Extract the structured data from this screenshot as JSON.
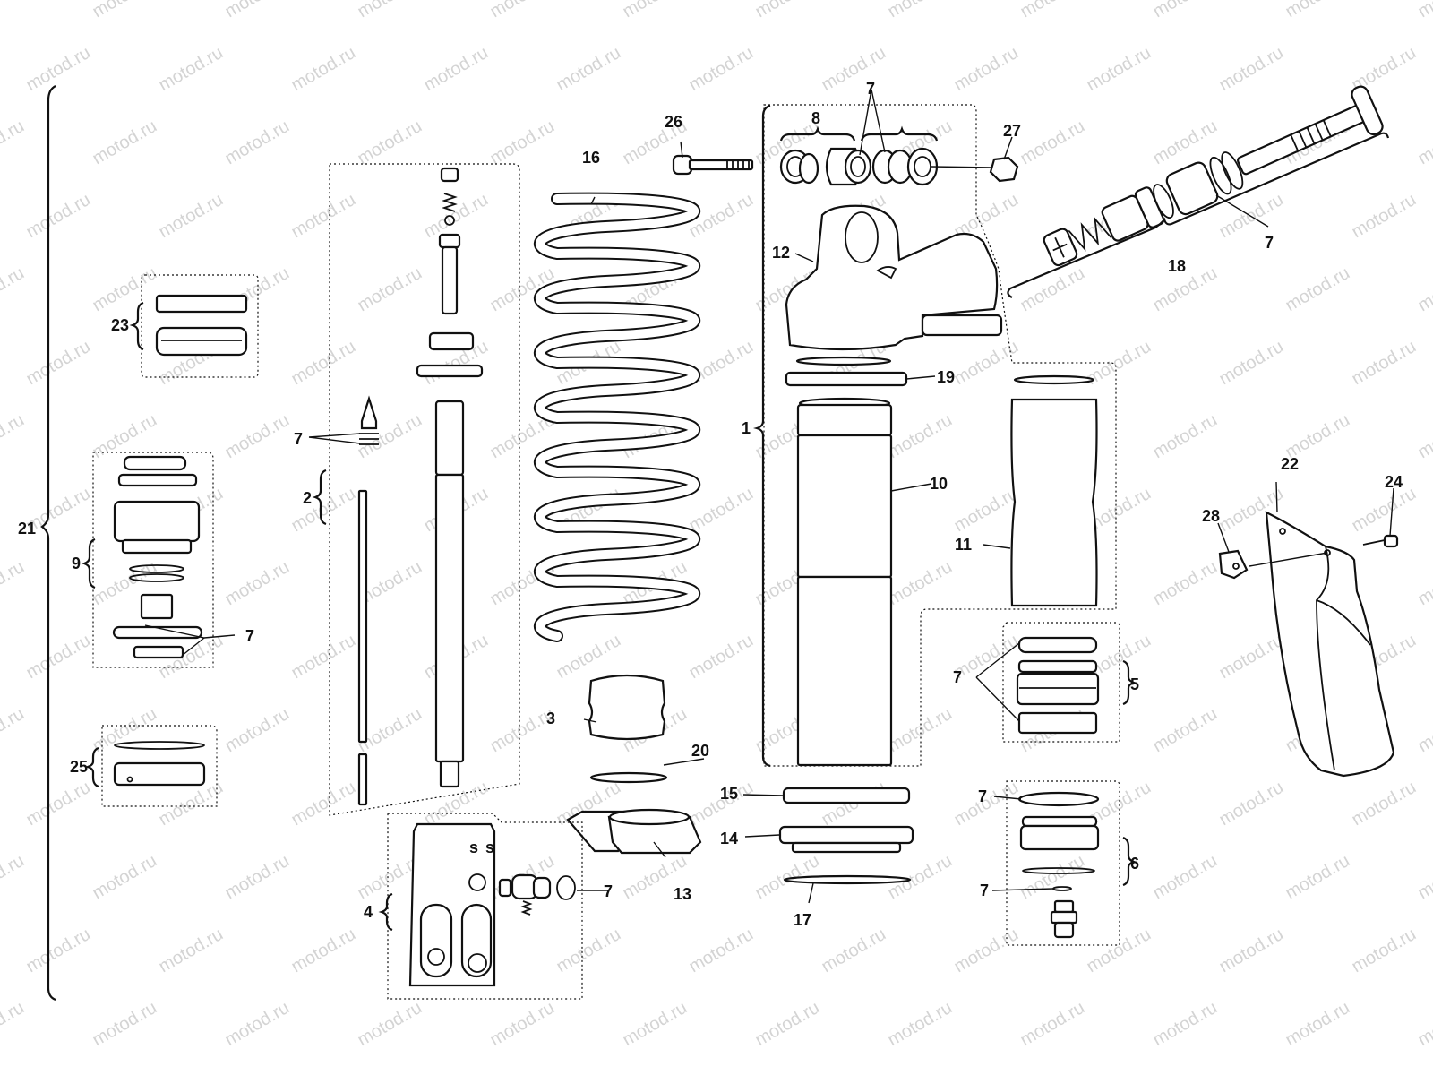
{
  "watermark": {
    "text": "motod.ru"
  },
  "callouts": {
    "c1": "1",
    "c2": "2",
    "c3": "3",
    "c4": "4",
    "c5": "5",
    "c6": "6",
    "c7": "7",
    "c8": "8",
    "c9": "9",
    "c10": "10",
    "c11": "11",
    "c12": "12",
    "c13": "13",
    "c14": "14",
    "c15": "15",
    "c16": "16",
    "c17": "17",
    "c18": "18",
    "c19": "19",
    "c20": "20",
    "c21": "21",
    "c22": "22",
    "c23": "23",
    "c24": "24",
    "c25": "25",
    "c26": "26",
    "c27": "27",
    "c28": "28"
  },
  "part4_marks": {
    "s1": "s",
    "s2": "s"
  }
}
